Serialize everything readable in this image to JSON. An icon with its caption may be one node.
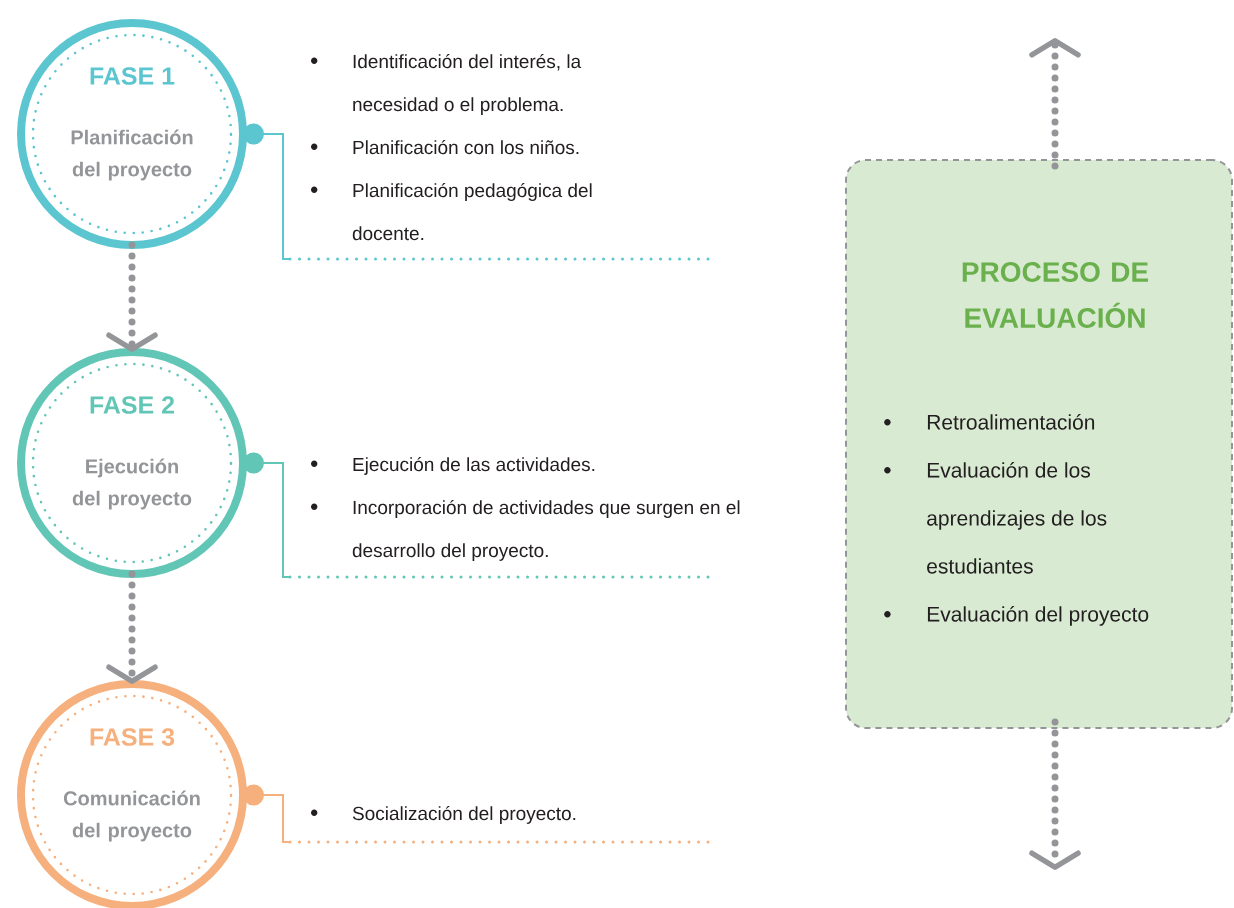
{
  "diagram": {
    "nodes": [
      {
        "text": [
          "FASE 1",
          "Planificación del proyecto"
        ]
      },
      {
        "text": [
          "Identificación del interés, la necesidad o el problema.",
          "Planificación con los niños.",
          "Planificación pedagógica del docente."
        ]
      },
      {
        "text": [
          "FASE 2",
          "Ejecución del proyecto"
        ]
      },
      {
        "text": [
          "Ejecución de las actividades.",
          "Incorporación de actividades que surgen en el desarrollo del proyecto."
        ]
      },
      {
        "text": [
          "FASE 3",
          "Comunicación del proyecto"
        ]
      },
      {
        "text": [
          "Socialización del proyecto."
        ]
      },
      {
        "text": [
          "PROCESO DE EVALUACIÓN",
          "Retroalimentación",
          "Evaluación de los aprendizajes de los estudiantes",
          "Evaluación del proyecto"
        ]
      }
    ],
    "edges": [
      {
        "from": 0,
        "to": 1,
        "arrow": "other",
        "color": "#5bc5d0"
      },
      {
        "from": 0,
        "to": 2,
        "arrow": "to",
        "style": "dashed"
      },
      {
        "from": 2,
        "to": 3,
        "arrow": "other",
        "color": "#62c6b6"
      },
      {
        "from": 2,
        "to": 4,
        "arrow": "to",
        "style": "dashed"
      },
      {
        "from": 4,
        "to": 5,
        "arrow": "other",
        "color": "#f6b07d"
      },
      {
        "from": 6,
        "to": null,
        "arrow": "to",
        "style": "dashed"
      },
      {
        "from": 6,
        "to": null,
        "arrow": "to",
        "style": "dashed"
      }
    ]
  }
}
